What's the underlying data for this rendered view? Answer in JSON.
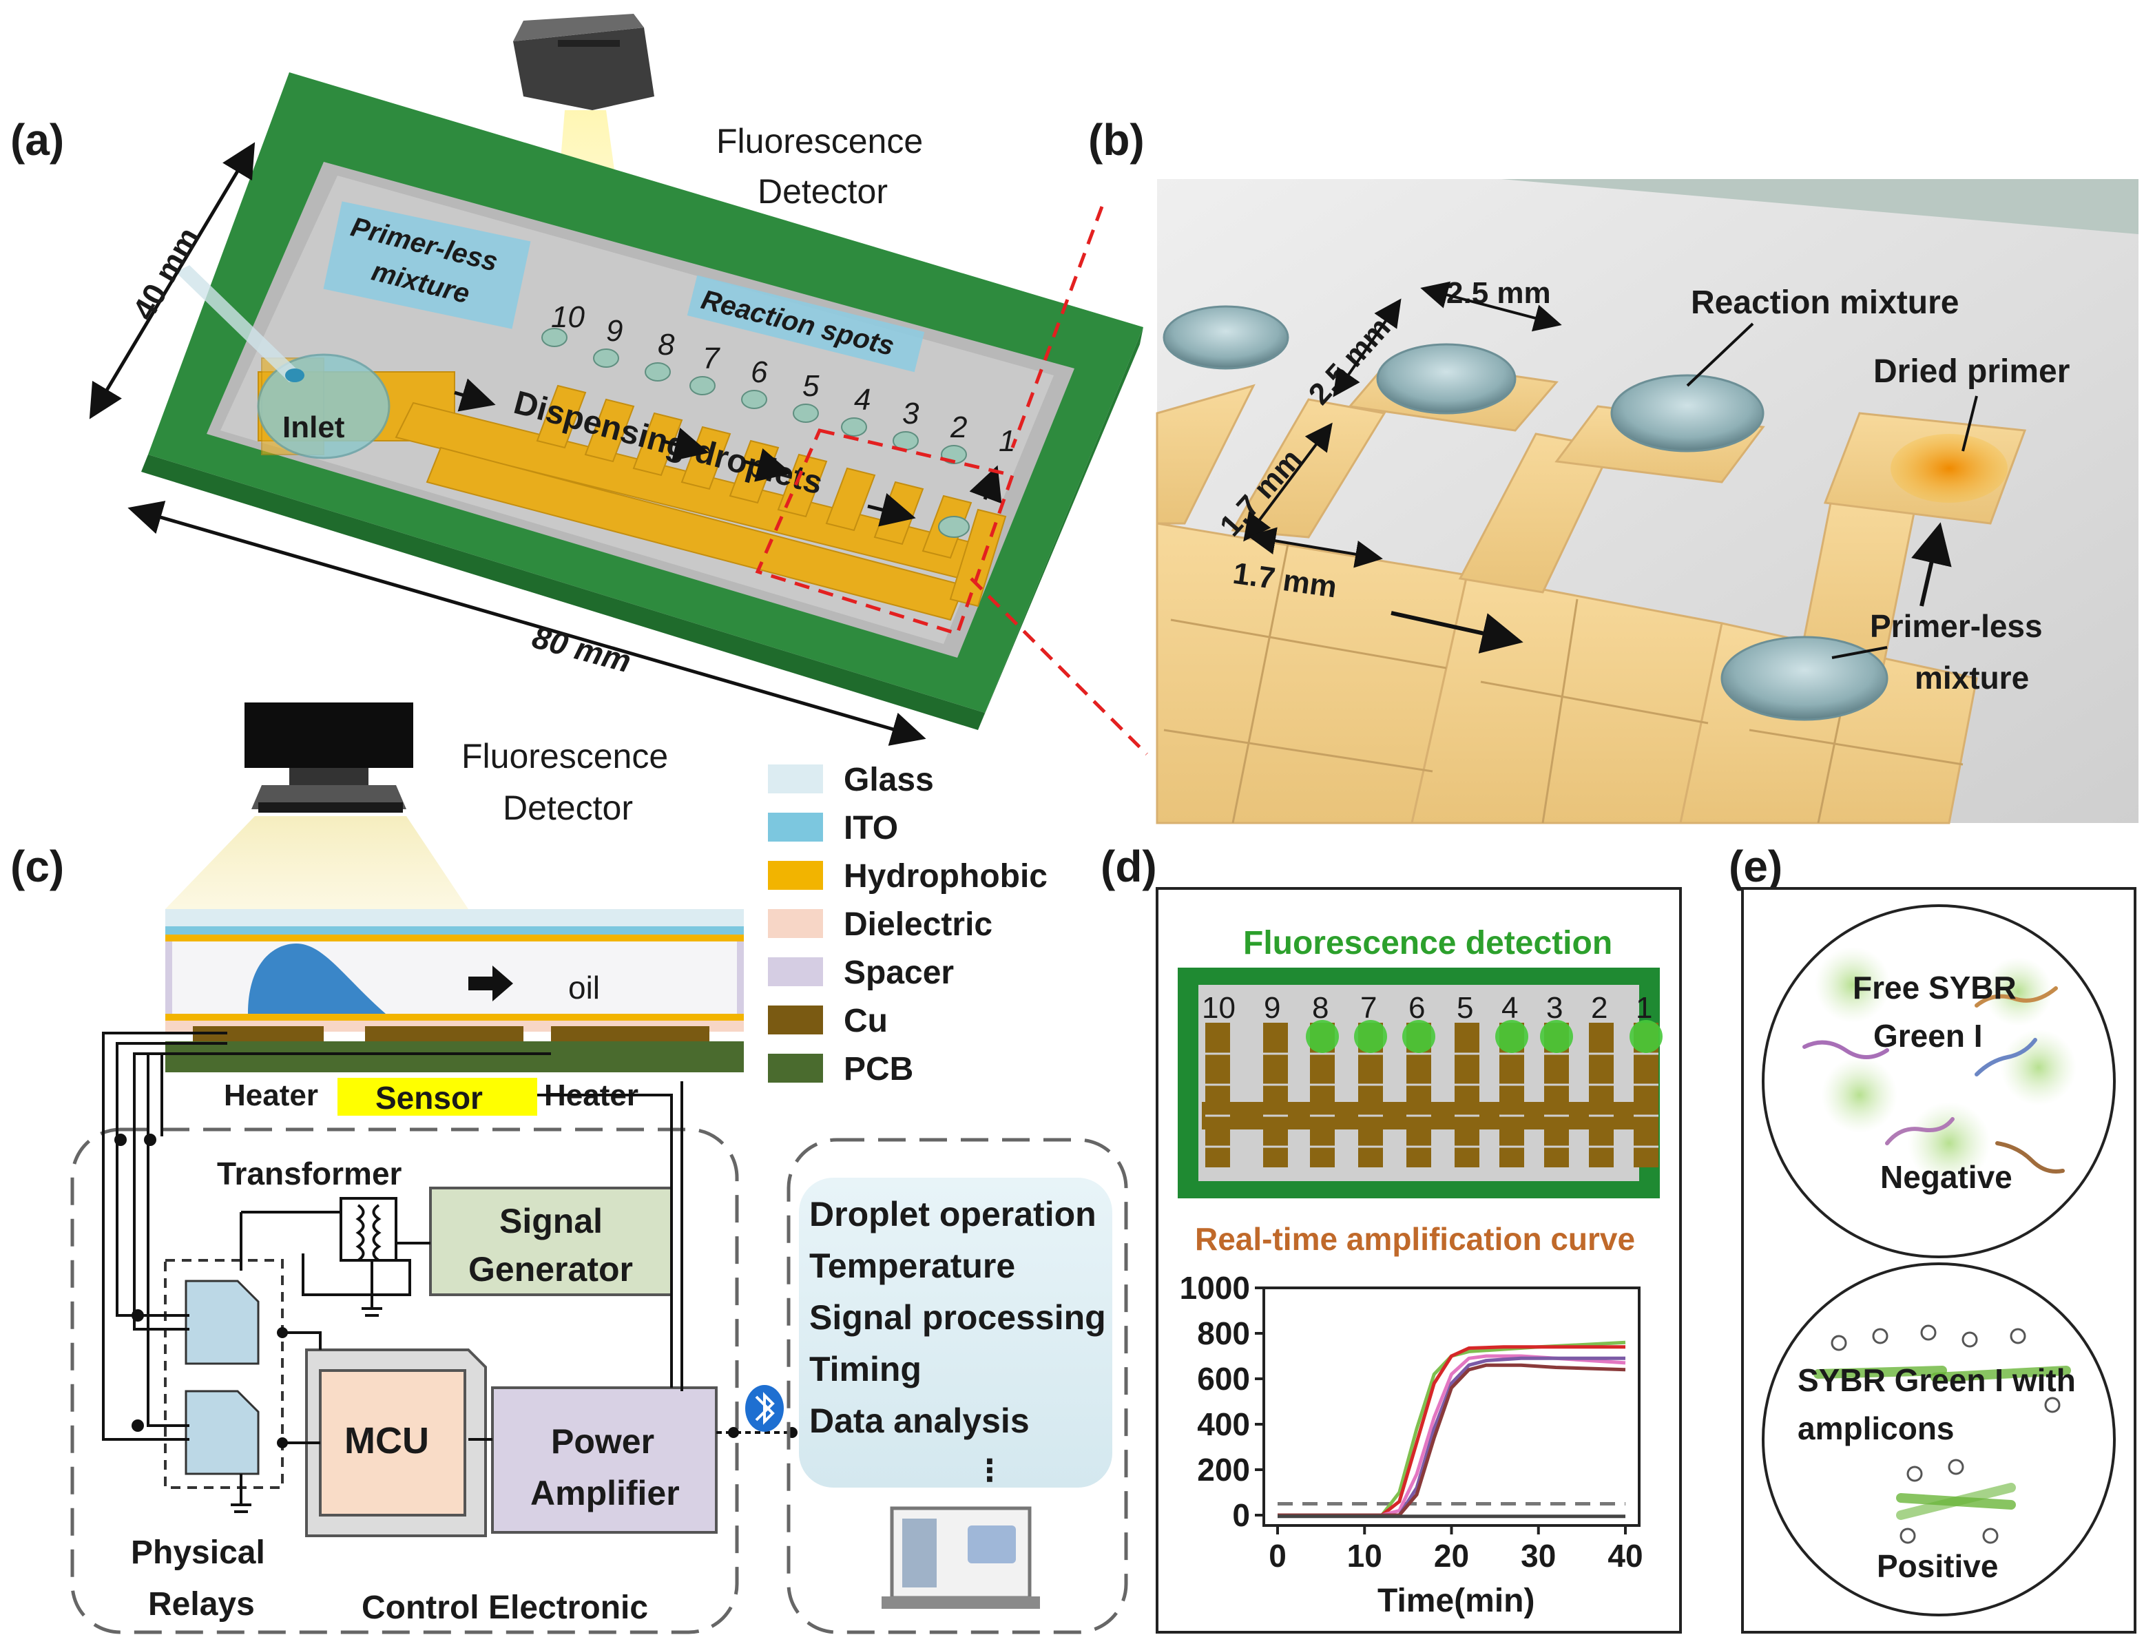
{
  "panel_labels": {
    "a": "(a)",
    "b": "(b)",
    "c": "(c)",
    "d": "(d)",
    "e": "(e)"
  },
  "panel_a": {
    "detector_line1": "Fluorescence",
    "detector_line2": "Detector",
    "dim_width": "40 mm",
    "dim_length": "80 mm",
    "primer_line1": "Primer-less",
    "primer_line2": "mixture",
    "reaction_spots": "Reaction spots",
    "inlet": "Inlet",
    "dispensing": "Dispensing droplets",
    "spot_numbers": [
      "10",
      "9",
      "8",
      "7",
      "6",
      "5",
      "4",
      "3",
      "2",
      "1"
    ]
  },
  "panel_b": {
    "dim_25a": "2.5 mm",
    "dim_25b": "2.5 mm",
    "dim_17a": "1.7 mm",
    "dim_17b": "1.7 mm",
    "reaction_mixture": "Reaction mixture",
    "dried_primer": "Dried primer",
    "primer_line1": "Primer-less",
    "primer_line2": "mixture"
  },
  "panel_c": {
    "detector_line1": "Fluorescence",
    "detector_line2": "Detector",
    "oil": "oil",
    "heater_left": "Heater",
    "heater_right": "Heater",
    "sensor": "Sensor",
    "transformer": "Transformer",
    "signal_gen_line1": "Signal",
    "signal_gen_line2": "Generator",
    "mcu": "MCU",
    "power_amp_line1": "Power",
    "power_amp_line2": "Amplifier",
    "relays_line1": "Physical",
    "relays_line2": "Relays",
    "control": "Control Electronic",
    "software": [
      "Droplet operation",
      "Temperature",
      "Signal processing",
      "Timing",
      "Data analysis"
    ],
    "ellipsis": "⋮",
    "legend": [
      {
        "label": "Glass",
        "color": "#dcecf2"
      },
      {
        "label": "ITO",
        "color": "#7cc7df"
      },
      {
        "label": "Hydrophobic",
        "color": "#f2b400"
      },
      {
        "label": "Dielectric",
        "color": "#f7d6c6"
      },
      {
        "label": "Spacer",
        "color": "#d5cde3"
      },
      {
        "label": "Cu",
        "color": "#7a5a12"
      },
      {
        "label": "PCB",
        "color": "#4a6b2e"
      }
    ]
  },
  "panel_d": {
    "title_top": "Fluorescence detection",
    "title_curve": "Real-time amplification curve",
    "chip_numbers": [
      "10",
      "9",
      "8",
      "7",
      "6",
      "5",
      "4",
      "3",
      "2",
      "1"
    ],
    "lit_spots": [
      false,
      false,
      true,
      true,
      true,
      false,
      true,
      true,
      false,
      true
    ],
    "colors": {
      "title_top": "#2ca02c",
      "title_curve": "#c0692a"
    }
  },
  "panel_e": {
    "neg_line1": "Free SYBR",
    "neg_line2": "Green I",
    "negative": "Negative",
    "pos_line1": "SYBR Green I with",
    "pos_line2": "amplicons",
    "positive": "Positive"
  },
  "chart_data": {
    "type": "line",
    "xlabel": "Time(min)",
    "ylabel": "",
    "xlim": [
      0,
      40
    ],
    "ylim": [
      0,
      1000
    ],
    "xticks": [
      0,
      10,
      20,
      30,
      40
    ],
    "yticks": [
      0,
      200,
      400,
      600,
      800,
      1000
    ],
    "threshold": 50,
    "series": [
      {
        "color": "#7fbf4f",
        "x": [
          0,
          10,
          12,
          14,
          16,
          18,
          20,
          22,
          26,
          30,
          40
        ],
        "y": [
          0,
          0,
          0,
          100,
          380,
          620,
          700,
          720,
          730,
          740,
          760
        ]
      },
      {
        "color": "#d62728",
        "x": [
          0,
          10,
          12,
          14,
          16,
          18,
          20,
          22,
          26,
          30,
          40
        ],
        "y": [
          0,
          0,
          0,
          60,
          320,
          580,
          700,
          735,
          740,
          740,
          740
        ]
      },
      {
        "color": "#e377c2",
        "x": [
          0,
          12,
          14,
          16,
          18,
          20,
          22,
          24,
          28,
          32,
          40
        ],
        "y": [
          0,
          0,
          20,
          180,
          430,
          620,
          690,
          700,
          700,
          690,
          670
        ]
      },
      {
        "color": "#7b5aa6",
        "x": [
          0,
          12,
          14,
          16,
          18,
          20,
          22,
          24,
          28,
          32,
          40
        ],
        "y": [
          0,
          0,
          0,
          120,
          380,
          580,
          660,
          680,
          690,
          690,
          690
        ]
      },
      {
        "color": "#8a3a3a",
        "x": [
          0,
          12,
          14,
          16,
          18,
          20,
          22,
          24,
          28,
          32,
          40
        ],
        "y": [
          0,
          0,
          0,
          90,
          340,
          560,
          640,
          660,
          660,
          650,
          640
        ]
      },
      {
        "color": "#444444",
        "x": [
          0,
          10,
          20,
          30,
          40
        ],
        "y": [
          -5,
          -5,
          -5,
          -5,
          -5
        ]
      }
    ]
  }
}
